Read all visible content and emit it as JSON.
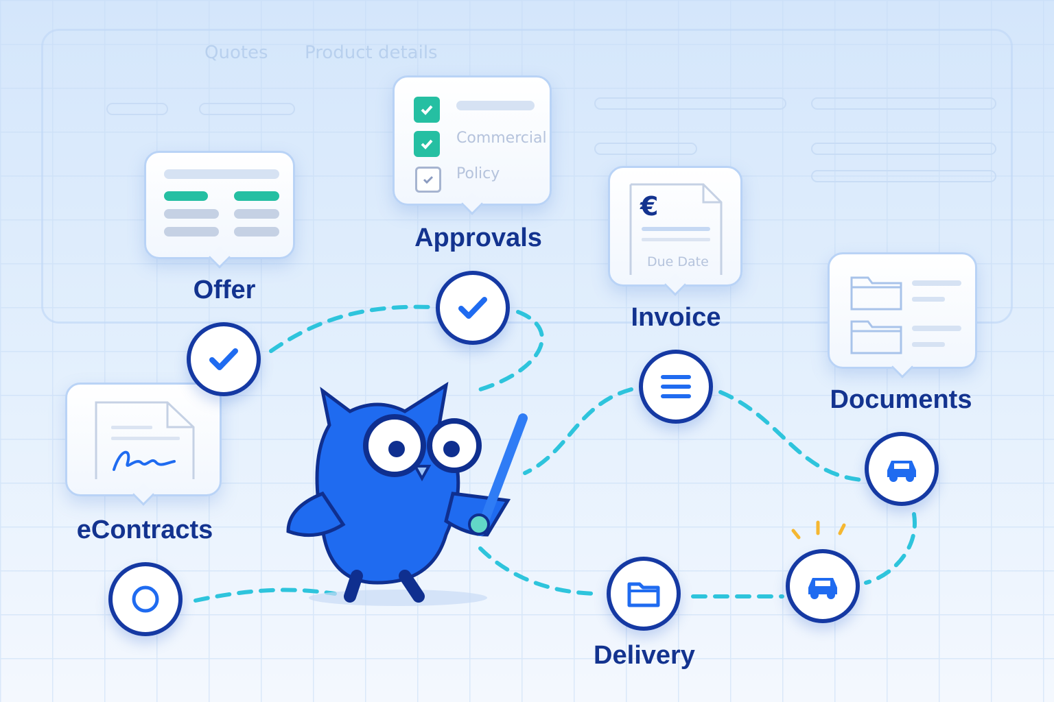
{
  "background": {
    "tabs": [
      "Quotes",
      "Product details"
    ]
  },
  "steps": [
    {
      "label": "Offer",
      "icon": "check-icon"
    },
    {
      "label": "Approvals",
      "icon": "check-icon"
    },
    {
      "label": "Invoice",
      "icon": "list-icon"
    },
    {
      "label": "Documents",
      "icon": "car-icon"
    },
    {
      "label": "Delivery",
      "icon": "folder-icon"
    },
    {
      "label": "eContracts",
      "icon": "circle-icon"
    }
  ],
  "approvals_card": {
    "items": [
      "Commercial",
      "Policy"
    ],
    "checked": [
      true,
      true,
      false
    ]
  },
  "invoice_card": {
    "currency": "€",
    "field": "Due Date"
  },
  "colors": {
    "navy": "#13338f",
    "accent": "#1f6bf0",
    "teal": "#25bfa2",
    "dash": "#2ec4dc"
  }
}
